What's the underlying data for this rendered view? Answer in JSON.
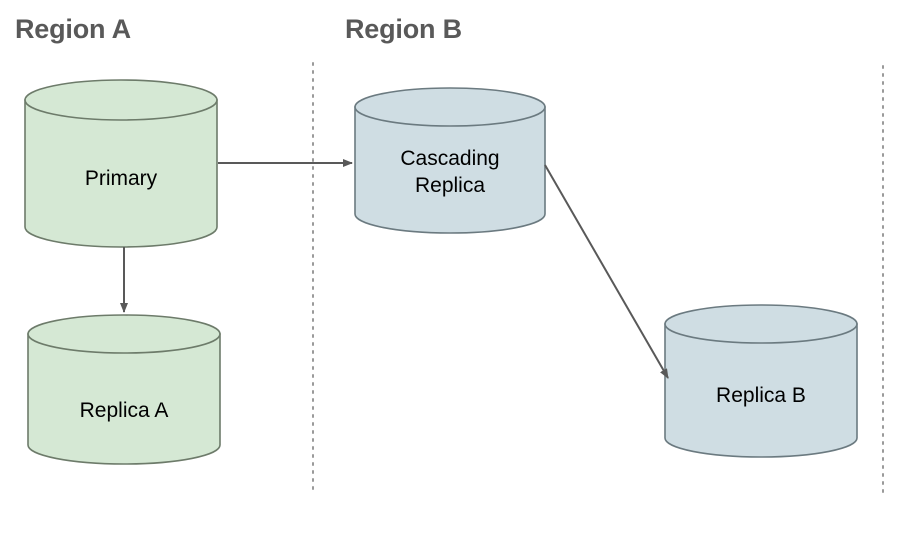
{
  "diagram": {
    "title_regions": [
      {
        "id": "region-a",
        "label": "Region A"
      },
      {
        "id": "region-b",
        "label": "Region B"
      }
    ],
    "nodes": [
      {
        "id": "primary",
        "label": "Primary",
        "shape": "cylinder",
        "fill": "#d5e8d4",
        "stroke": "#6d7b6a",
        "region": "Region A"
      },
      {
        "id": "replica-a",
        "label": "Replica A",
        "shape": "cylinder",
        "fill": "#d5e8d4",
        "stroke": "#6d7b6a",
        "region": "Region A"
      },
      {
        "id": "cascading-replica",
        "label": "Cascading\nReplica",
        "shape": "cylinder",
        "fill": "#cfdde3",
        "stroke": "#6b7a80",
        "region": "Region B"
      },
      {
        "id": "replica-b",
        "label": "Replica B",
        "shape": "cylinder",
        "fill": "#cfdde3",
        "stroke": "#6b7a80",
        "region": "Region B"
      }
    ],
    "edges": [
      {
        "id": "primary-to-cascading",
        "from": "primary",
        "to": "cascading-replica",
        "style": "solid-arrow",
        "color": "#595959"
      },
      {
        "id": "primary-to-replica-a",
        "from": "primary",
        "to": "replica-a",
        "style": "solid-arrow",
        "color": "#595959"
      },
      {
        "id": "cascading-to-replica-b",
        "from": "cascading-replica",
        "to": "replica-b",
        "style": "solid-arrow",
        "color": "#595959"
      }
    ],
    "dividers": [
      {
        "id": "divider-left",
        "orientation": "vertical",
        "style": "dotted",
        "color": "#9a9a9a"
      },
      {
        "id": "divider-right",
        "orientation": "vertical",
        "style": "dotted",
        "color": "#9a9a9a"
      }
    ],
    "colors": {
      "green_fill": "#d5e8d4",
      "green_stroke": "#6d7b6a",
      "blue_fill": "#cfdde3",
      "blue_stroke": "#6b7a80",
      "label_gray": "#595959",
      "edge_gray": "#595959",
      "divider_gray": "#9a9a9a",
      "background": "#ffffff"
    }
  }
}
